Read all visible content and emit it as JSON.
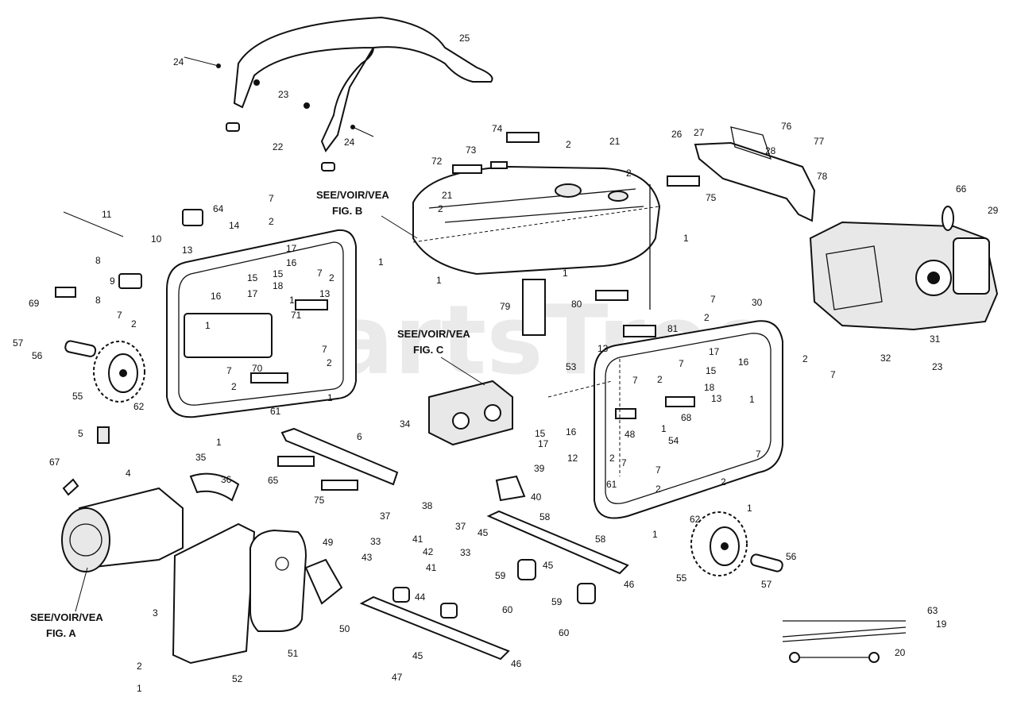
{
  "watermark": "PartsTree",
  "references": {
    "fig_a": [
      "SEE/VOIR/VEA",
      "FIG. A"
    ],
    "fig_b": [
      "SEE/VOIR/VEA",
      "FIG. B"
    ],
    "fig_c": [
      "SEE/VOIR/VEA",
      "FIG. C"
    ]
  },
  "callouts": [
    "1",
    "2",
    "3",
    "4",
    "5",
    "6",
    "7",
    "8",
    "9",
    "10",
    "11",
    "12",
    "13",
    "14",
    "15",
    "16",
    "17",
    "18",
    "19",
    "20",
    "21",
    "22",
    "23",
    "24",
    "25",
    "26",
    "27",
    "28",
    "29",
    "30",
    "31",
    "32",
    "33",
    "34",
    "35",
    "36",
    "37",
    "38",
    "39",
    "40",
    "41",
    "42",
    "43",
    "44",
    "45",
    "46",
    "47",
    "48",
    "49",
    "50",
    "51",
    "52",
    "53",
    "54",
    "55",
    "56",
    "57",
    "58",
    "59",
    "60",
    "61",
    "62",
    "63",
    "64",
    "65",
    "66",
    "67",
    "68",
    "69",
    "70",
    "71",
    "72",
    "73",
    "74",
    "75",
    "76",
    "77",
    "78",
    "79",
    "80",
    "81"
  ]
}
